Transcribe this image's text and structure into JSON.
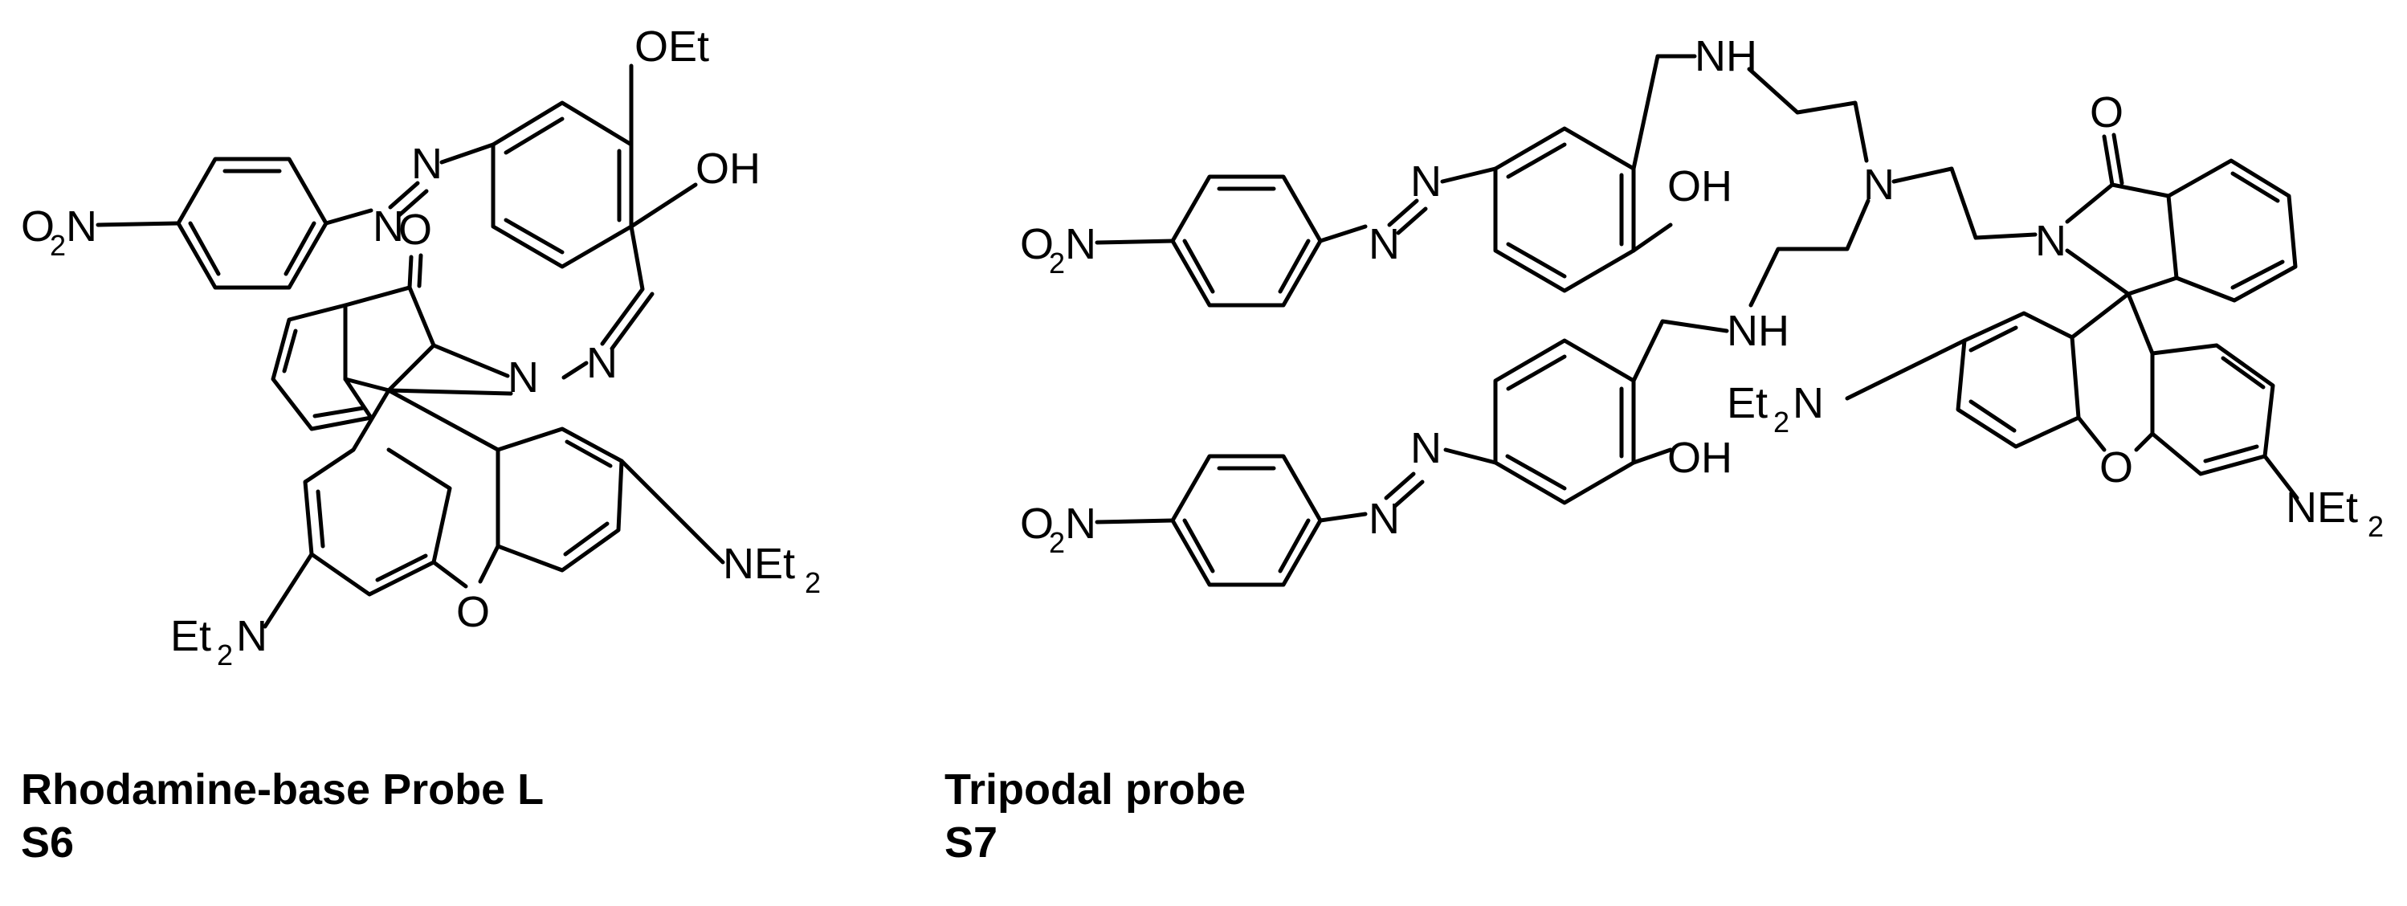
{
  "structures": [
    {
      "name": "Rhodamine-base Probe L",
      "code": "S6",
      "labels": {
        "oet": "OEt",
        "oh": "OH",
        "azo_n1": "N",
        "azo_n2": "N",
        "nitro_o": "O",
        "nitro_sub": "2",
        "nitro_n": "N",
        "carbonyl_o": "O",
        "lactam_n": "N",
        "imine_n": "N",
        "xanthene_o": "O",
        "net2_right": "NEt",
        "net2_right_sub": "2",
        "et2n_left": "Et",
        "et2n_left_sub": "2",
        "et2n_left_n": "N"
      }
    },
    {
      "name": "Tripodal probe",
      "code": "S7",
      "labels": {
        "nh_top": "NH",
        "nh_mid": "NH",
        "n_tertiary": "N",
        "carbonyl_o": "O",
        "lactam_n": "N",
        "oh_top": "OH",
        "oh_bottom": "OH",
        "azo_top_n1": "N",
        "azo_top_n2": "N",
        "azo_bot_n1": "N",
        "azo_bot_n2": "N",
        "nitro_o": "O",
        "nitro_sub": "2",
        "nitro_n": "N",
        "xanthene_o": "O",
        "et2n_left": "Et",
        "et2n_left_sub": "2",
        "et2n_left_n": "N",
        "net2_right": "NEt",
        "net2_right_sub": "2"
      }
    }
  ]
}
